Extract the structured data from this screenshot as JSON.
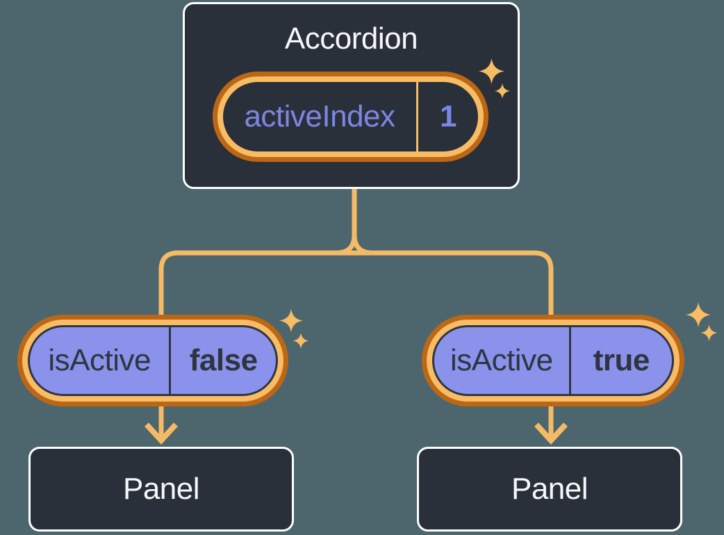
{
  "accordion": {
    "title": "Accordion",
    "state": {
      "name": "activeIndex",
      "value": "1"
    }
  },
  "children": [
    {
      "name": "isActive",
      "value": "false",
      "panel": "Panel"
    },
    {
      "name": "isActive",
      "value": "true",
      "panel": "Panel"
    }
  ],
  "icons": {
    "sparkle": "four-pointed-star"
  },
  "colors": {
    "background": "#4D666E",
    "card_fill": "#2A303A",
    "card_border": "#FFFFFF",
    "pill_fill_purple": "#8A92EB",
    "pill_ring_light_orange": "#F7BC64",
    "pill_ring_dark_orange": "#BC6716",
    "connector_orange": "#F4BA66",
    "state_text_purple": "#7C86E3",
    "dark_text": "#2F3540",
    "title_text": "#F6F7F9"
  }
}
